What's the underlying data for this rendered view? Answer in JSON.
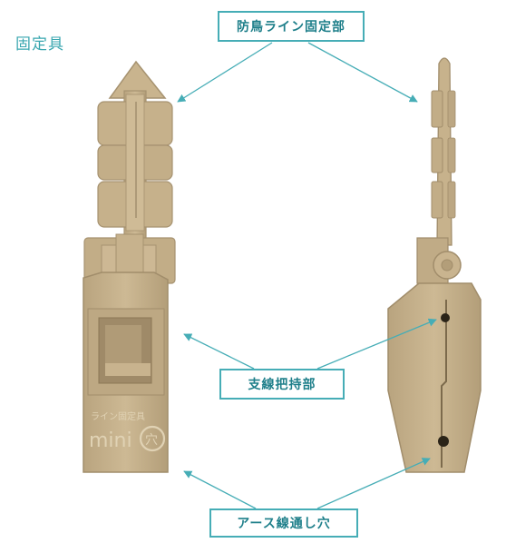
{
  "title": "固定具",
  "callouts": {
    "top": "防鳥ライン固定部",
    "middle": "支線把持部",
    "bottom": "アース線通し穴"
  },
  "product_marking": {
    "line1": "ライン固定具",
    "line2": "mini"
  },
  "colors": {
    "accent": "#46adb6",
    "part": "#c7b28c",
    "part_shadow": "#a79371",
    "part_highlight": "#d8c7a4"
  }
}
